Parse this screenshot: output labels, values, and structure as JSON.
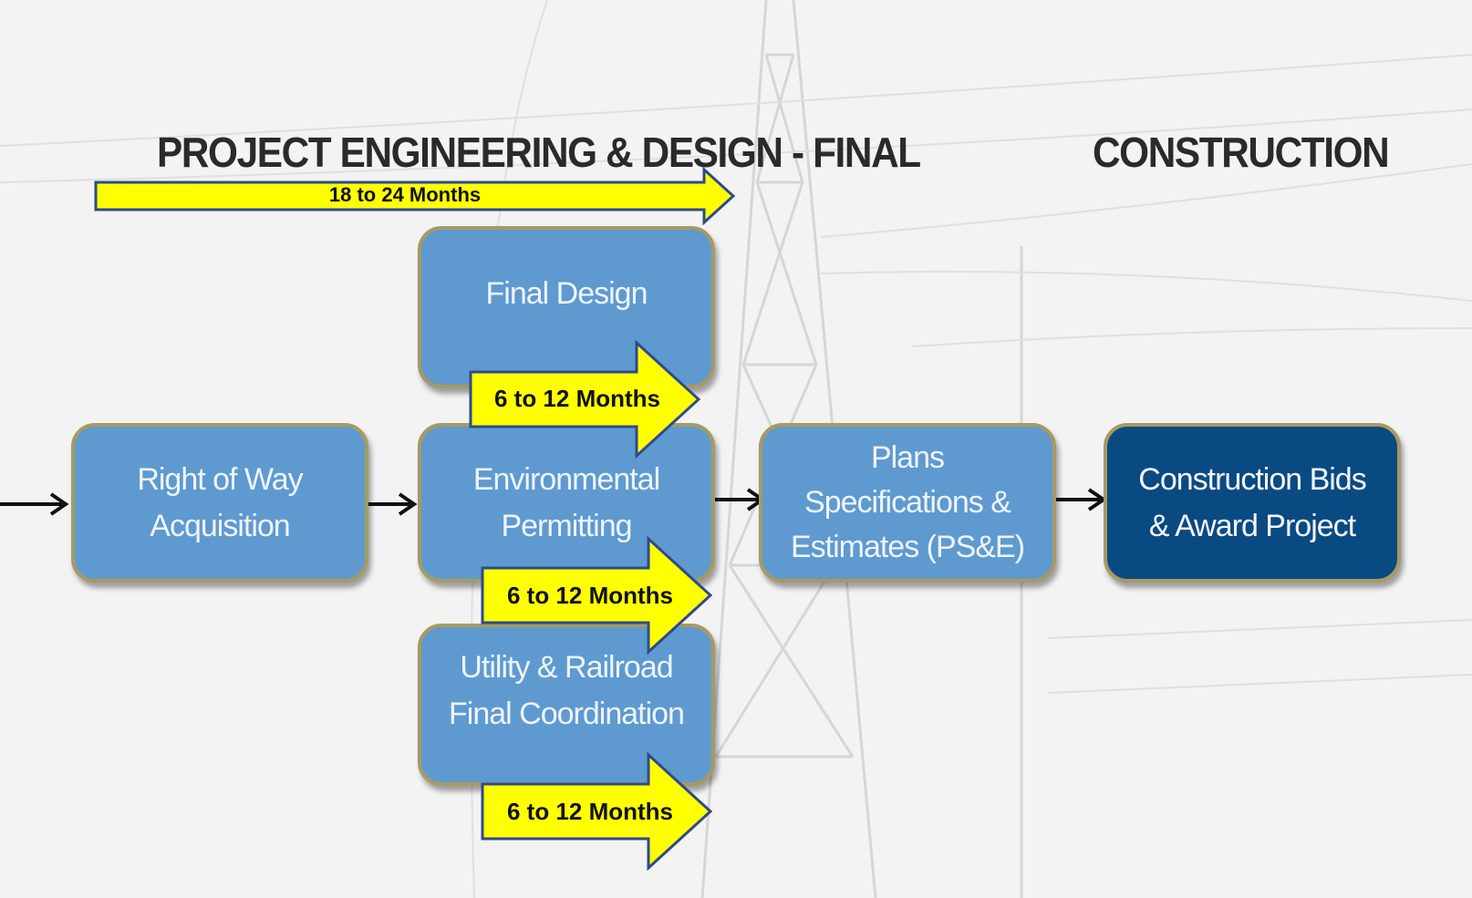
{
  "headings": {
    "left": "PROJECT ENGINEERING & DESIGN - FINAL",
    "right": "CONSTRUCTION"
  },
  "boxes": {
    "right_of_way": "Right of Way\nAcquisition",
    "final_design": "Final Design",
    "environmental": "Environmental\nPermitting",
    "utility": "Utility & Railroad\nFinal Coordination",
    "pse": "Plans\nSpecifications &\nEstimates (PS&E)",
    "construction_bids": "Construction Bids\n& Award Project"
  },
  "durations": {
    "top": "18 to 24 Months",
    "final_design": "6 to 12 Months",
    "environmental": "6 to 12 Months",
    "utility": "6 to 12 Months"
  },
  "colors": {
    "box_fill": "#5e9ad0",
    "box_dark_fill": "#0a4a82",
    "box_border": "#a69a63",
    "arrow_fill": "#ffff00",
    "arrow_stroke": "#2e4a8c"
  }
}
